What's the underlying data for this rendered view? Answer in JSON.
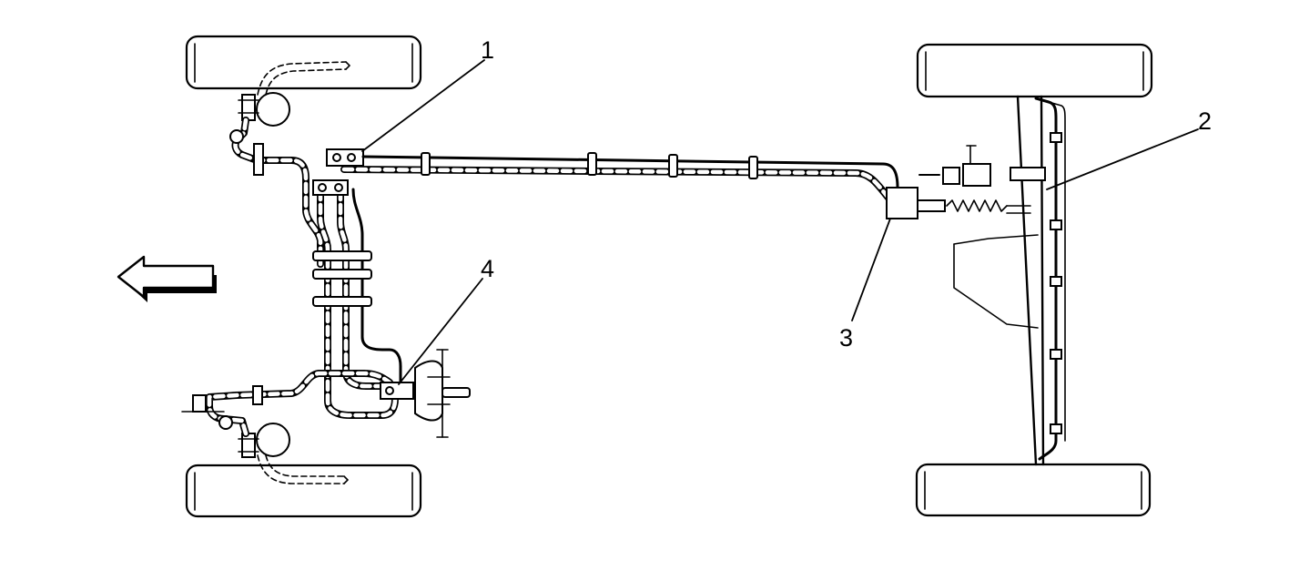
{
  "callouts": [
    {
      "id": "1",
      "label": "1"
    },
    {
      "id": "2",
      "label": "2"
    },
    {
      "id": "3",
      "label": "3"
    },
    {
      "id": "4",
      "label": "4"
    }
  ],
  "icons": {
    "direction_arrow": "arrow-left-icon"
  },
  "colors": {
    "line": "#000000",
    "background": "#ffffff"
  }
}
